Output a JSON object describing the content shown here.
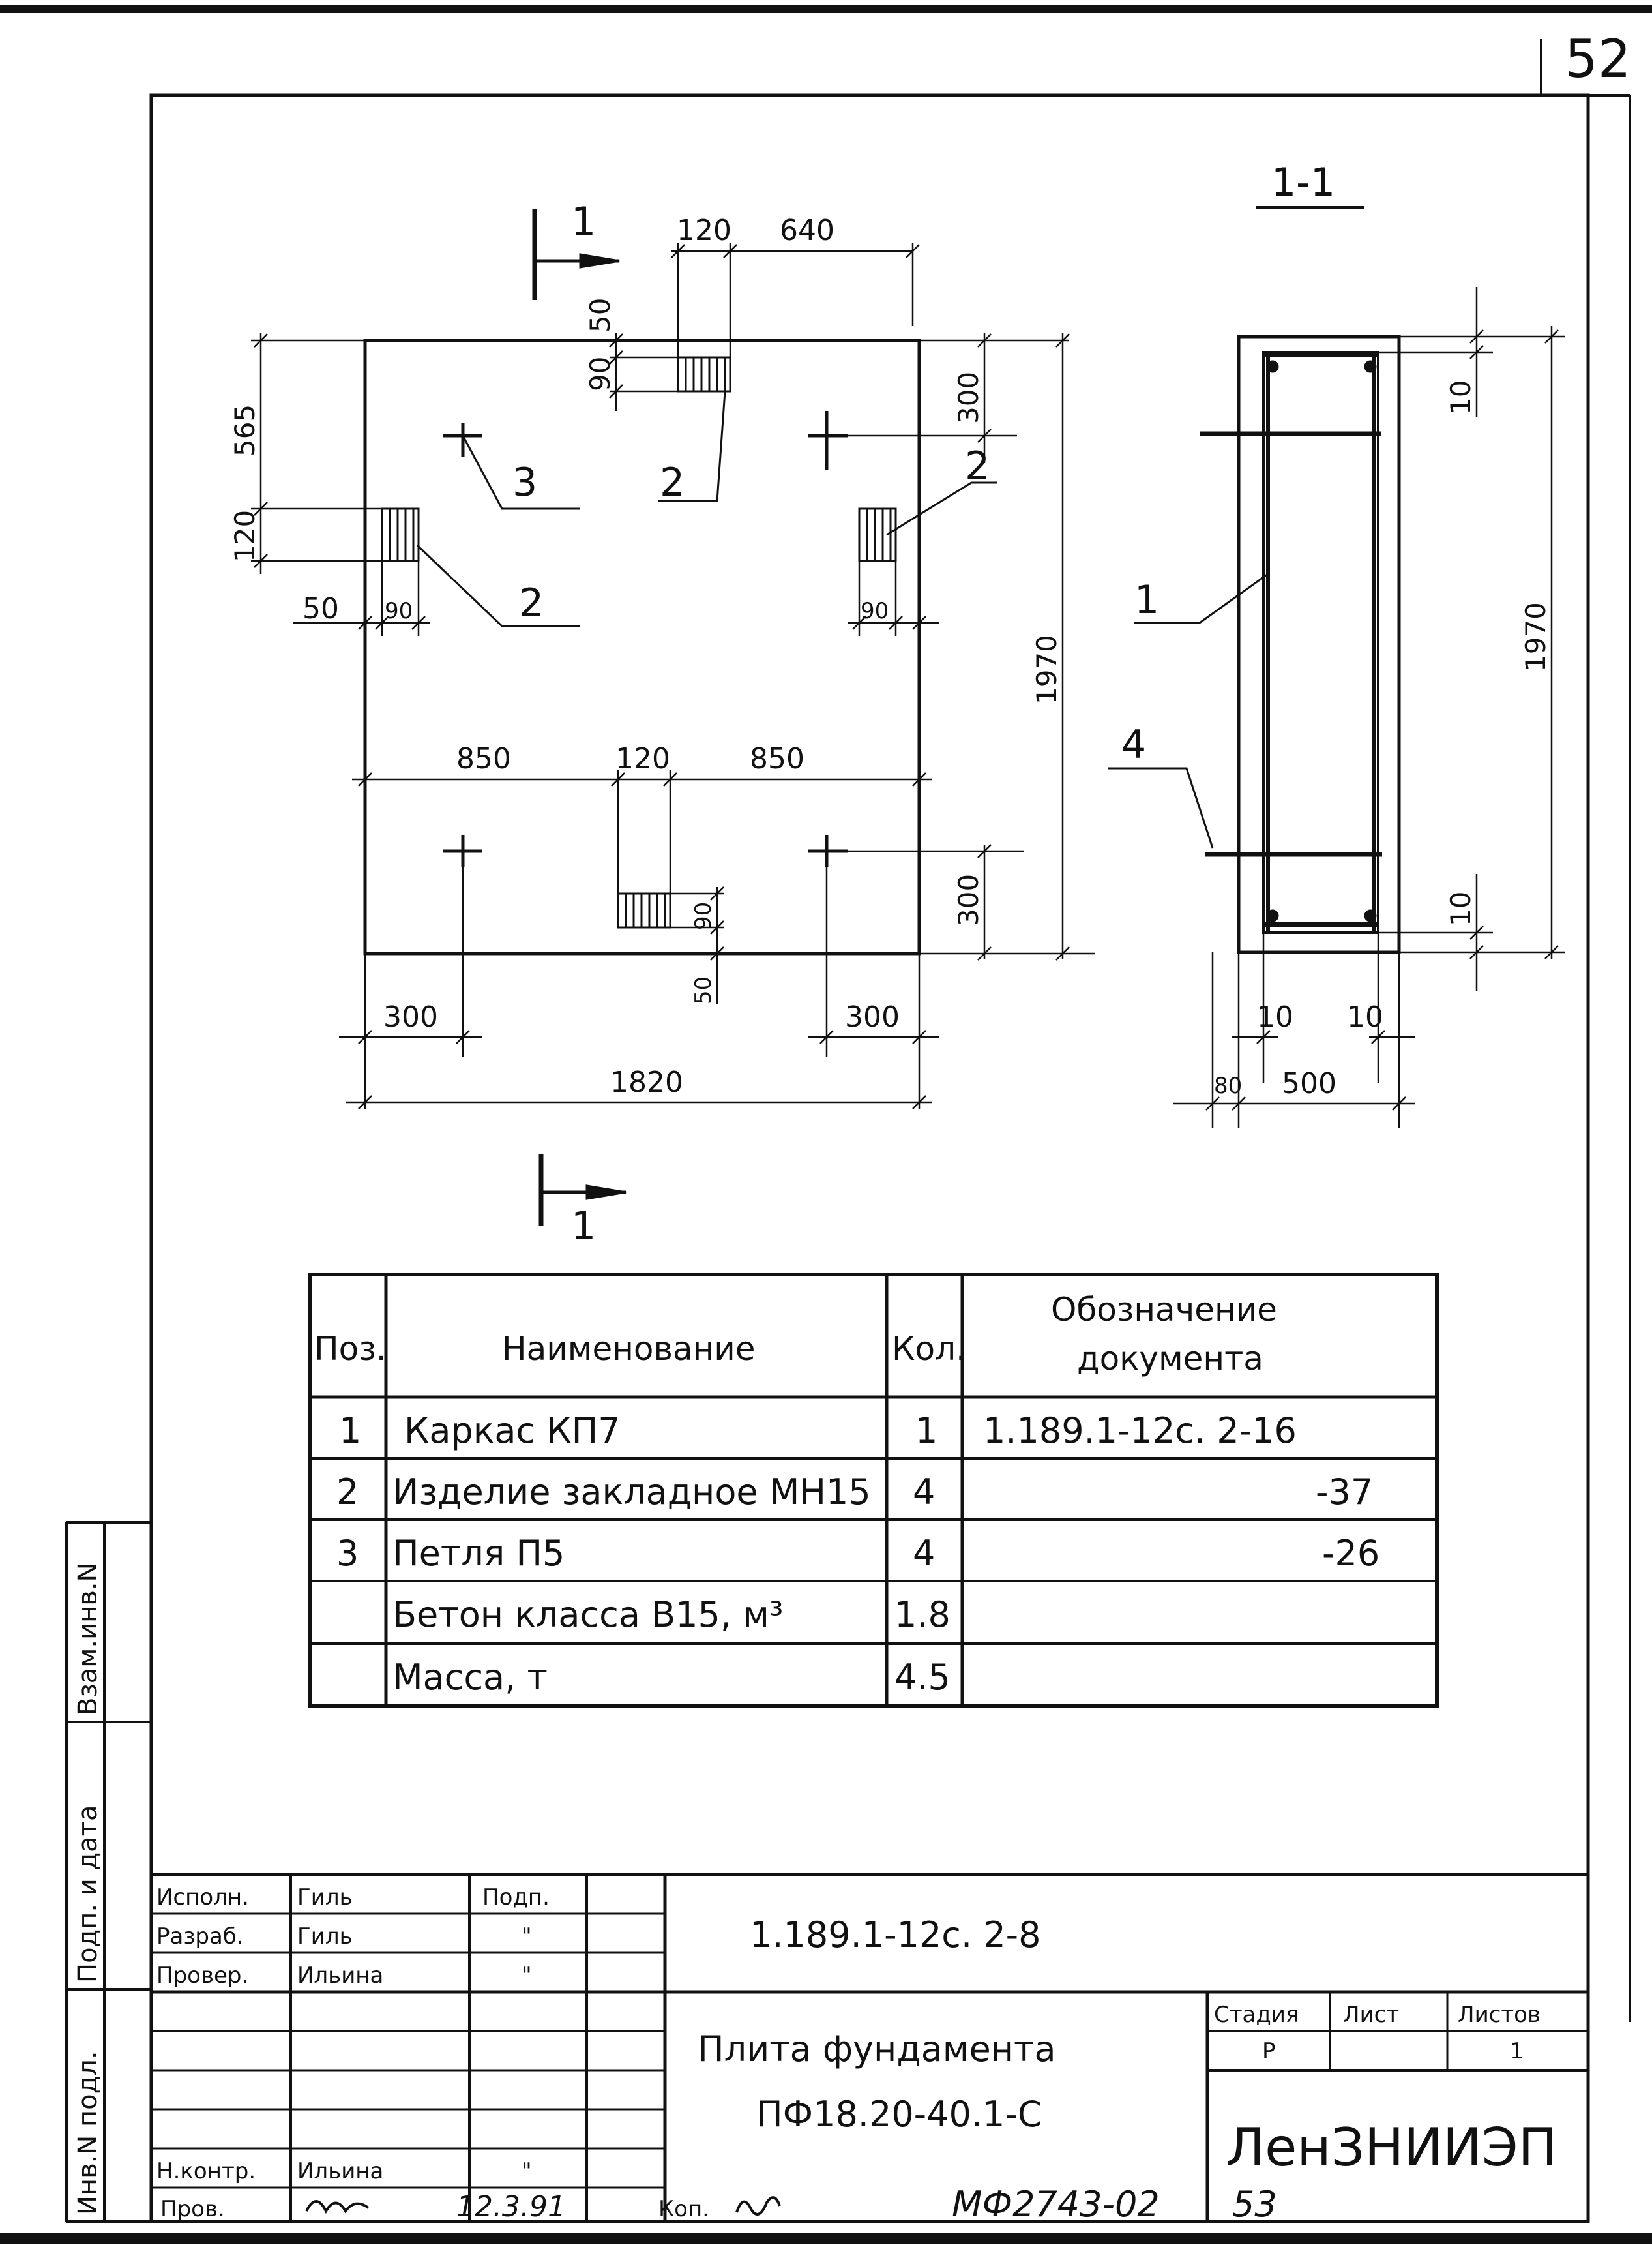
{
  "sheet_number": "52",
  "section_title": "1-1",
  "section_marker": "1",
  "plan": {
    "dims_top": [
      "120",
      "640"
    ],
    "dim_50_top": "50",
    "dim_90_top": "90",
    "dim_300_right_top": "300",
    "dim_565": "565",
    "dim_120_left": "120",
    "dim_50_left": "50",
    "dim_90_left": "90",
    "dim_90_right": "90",
    "dim_1970": "1970",
    "dims_middle": [
      "850",
      "120",
      "850"
    ],
    "dim_90_bottom": "90",
    "dim_50_bottom": "50",
    "dim_300_right_bottom": "300",
    "dim_300_left": "300",
    "dim_300_right": "300",
    "dim_1820": "1820",
    "leader_3": "3",
    "leader_2_top": "2",
    "leader_2_right": "2",
    "leader_2_left": "2"
  },
  "section": {
    "dim_10_top": "10",
    "dim_1970": "1970",
    "dim_10_bottom": "10",
    "dim_10_left": "10",
    "dim_10_right": "10",
    "dim_80": "80",
    "dim_500": "500",
    "leader_1": "1",
    "leader_4": "4"
  },
  "spec_table": {
    "headers": [
      "Поз.",
      "Наименование",
      "Кол.",
      "Обозначение",
      "документа"
    ],
    "rows": [
      {
        "pos": "1",
        "name": "Каркас КП7",
        "qty": "1",
        "doc": "1.189.1-12с. 2-16"
      },
      {
        "pos": "2",
        "name": "Изделие закладное МН15",
        "qty": "4",
        "doc": "-37"
      },
      {
        "pos": "3",
        "name": "Петля П5",
        "qty": "4",
        "doc": "-26"
      },
      {
        "pos": "",
        "name": "Бетон класса В15, м³",
        "qty": "1.8",
        "doc": ""
      },
      {
        "pos": "",
        "name": "Масса, т",
        "qty": "4.5",
        "doc": ""
      }
    ]
  },
  "side_stamp": [
    "Инв.N подл.",
    "Подп. и дата",
    "Взам.инв.N"
  ],
  "title_block": {
    "roles": [
      "Исполн.",
      "Разраб.",
      "Провер.",
      "Н.контр."
    ],
    "names": [
      "Гиль",
      "Гиль",
      "Ильина",
      "Ильина"
    ],
    "sign_header": "Подп.",
    "sign_marks": [
      "\"",
      "\"",
      "\""
    ],
    "designation": "1.189.1-12с. 2-8",
    "title_line1": "Плита фундамента",
    "title_line2": "ПФ18.20-40.1-С",
    "stage_label": "Стадия",
    "sheet_label": "Лист",
    "sheets_label": "Листов",
    "stage_value": "Р",
    "sheets_value": "1",
    "organization": "ЛенЗНИИЭП"
  },
  "footer": {
    "prov": "Пров.",
    "date": "12.3.91",
    "kop": "Коп.",
    "code": "МФ2743-02",
    "page": "53"
  }
}
